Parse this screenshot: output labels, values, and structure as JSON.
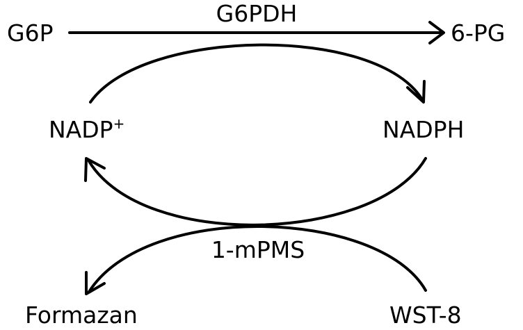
{
  "diagram": {
    "enzyme": "G6PDH",
    "substrate": "G6P",
    "product": "6-PG",
    "cofactor_oxidized_base": "NADP",
    "cofactor_oxidized_charge": "+",
    "cofactor_reduced": "NADPH",
    "electron_mediator": "1-mPMS",
    "dye_product": "Formazan",
    "dye_substrate": "WST-8"
  },
  "colors": {
    "stroke": "#000000",
    "text": "#000000",
    "background": "#ffffff"
  }
}
